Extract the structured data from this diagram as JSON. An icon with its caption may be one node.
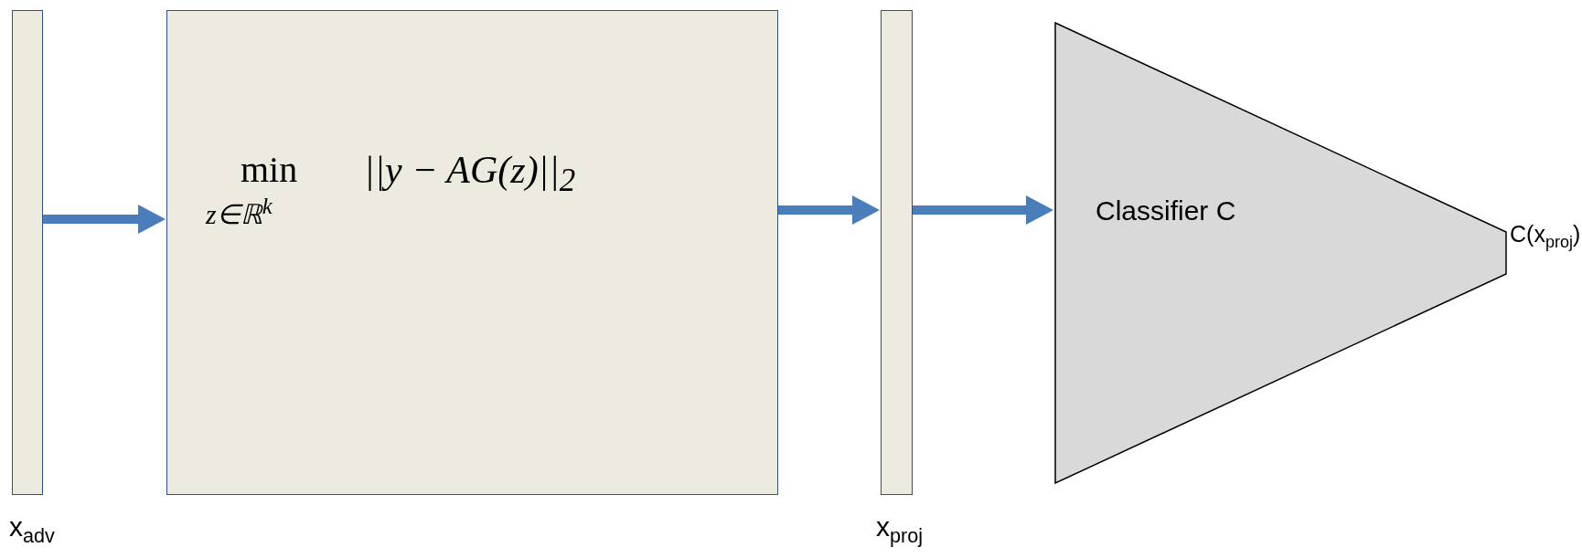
{
  "diagram": {
    "nodes": [
      {
        "text": [],
        "shape": "bar",
        "beside": [
          "x$_{adv}$"
        ]
      },
      {
        "text": [
          "min",
          "z∈ℝ$^{k}$",
          "||y − AG(z)||$_{2}$"
        ]
      },
      {
        "text": [],
        "shape": "bar",
        "beside": [
          "x$_{proj}$"
        ]
      },
      {
        "text": [
          "Classifier C"
        ],
        "beside": [
          "C(x$_{proj}$)"
        ]
      }
    ],
    "edges": [
      {
        "from": 0,
        "to": 1,
        "arrow": "to"
      },
      {
        "from": 1,
        "to": 2,
        "arrow": "to"
      },
      {
        "from": 2,
        "to": 3,
        "arrow": "to"
      }
    ]
  }
}
